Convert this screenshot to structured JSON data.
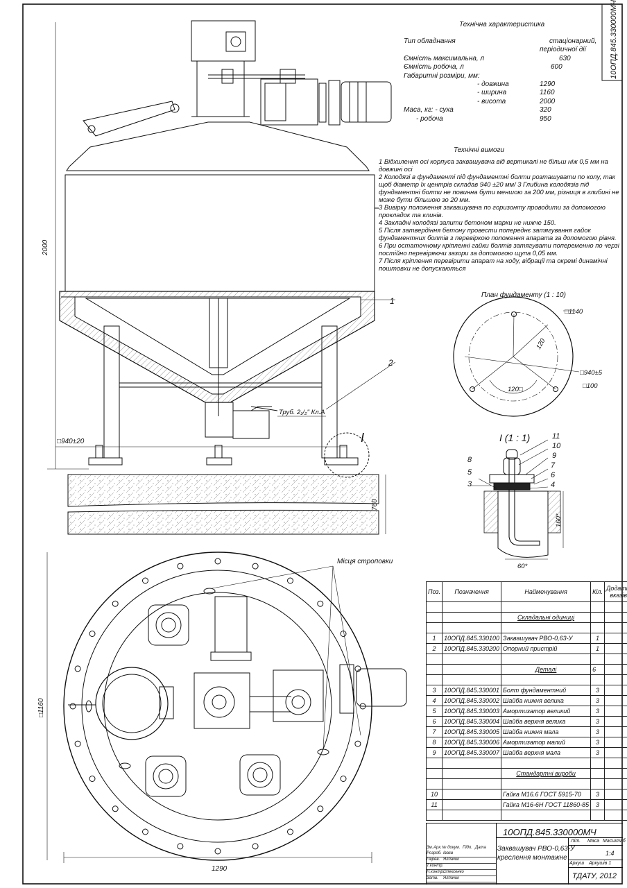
{
  "doc_code_vertical": "10ОПД.845.330000МЧ",
  "tech_char": {
    "title": "Технічна характеристика",
    "rows": [
      {
        "label": "Тип обладнання",
        "value": "стаціонарний,"
      },
      {
        "label": "",
        "value": "періодичної дії"
      },
      {
        "label": "Ємність максимальна, л",
        "value": "630"
      },
      {
        "label": "Ємність робоча, л",
        "value": "600"
      },
      {
        "label": "Габаритні розміри, мм:",
        "value": ""
      },
      {
        "label": "- довжина",
        "value": "1290"
      },
      {
        "label": "- ширина",
        "value": "1160"
      },
      {
        "label": "- висота",
        "value": "2000"
      },
      {
        "label": "Маса, кг: - суха",
        "value": "320"
      },
      {
        "label": "- робоча",
        "value": "950"
      }
    ]
  },
  "tech_req": {
    "title": "Технічні вимоги",
    "items": [
      "1  Відхилення осі корпуса заквашувача від вертикалі не більш ніж 0,5 мм на довжині осі",
      "2 Колодязі в фундаменті під фундаментні болти розташувати по колу, так щоб діаметр їх центрів складав 940 ±20 мм/ 3 Глибина колодязів під фундаментні болти не повинна бути меншою за  200 мм, різниця в глибині не може бути більшою зо 20 мм.",
      "3 Вивірку положення заквашувача по горизонту проводити за допомогою прокладок та клинів.",
      "4 Закладні колодязі залити бетоном марки не нижче 150.",
      "5 Після затвердіння бетону провести попереднє затягування гайок фундаментних  болтів з перевіркою положення апарата за допомогою рівня.",
      "6 При остаточному кріпленні гайки болтів затягувати попеременно по черзі постійно перевіряючи зазори за допомогою щупа 0,05 мм.",
      "7 Після кріплення перевірити апарат на ходу, вібрації та окремі динамічні поштовхи не допускаються"
    ]
  },
  "foundation_plan": {
    "title": "План фундаменту (1 : 10)",
    "dim_outer": "□1140",
    "dim_circle": "□940±5",
    "dim_hole": "□100",
    "angle_a": "120",
    "angle_b": "120□"
  },
  "detail": {
    "title": "I (1 : 1)",
    "dim_depth": "160*",
    "dim_width": "60*",
    "labels": [
      "11",
      "10",
      "9",
      "7",
      "6",
      "4",
      "8",
      "5",
      "3"
    ]
  },
  "front_view": {
    "dim_height": "2000",
    "dim_bolt_circle": "□940±20",
    "dim_foundation": "760",
    "pipe_label": "Труб. 2₁/₂\" Кл.А",
    "pos_1": "1",
    "pos_2": "2",
    "detail_mark": "I"
  },
  "top_view": {
    "sling_label": "Місця строповки",
    "dim_width": "□1160",
    "dim_length": "1290"
  },
  "spec": {
    "headers": [
      "Поз.",
      "Позначення",
      "Найменування",
      "Кіл.",
      "Додаткові вказівки"
    ],
    "sections": [
      {
        "title": "Складальні одиниці",
        "qty": "",
        "rows": [
          [
            "1",
            "10ОПД.845.330100",
            "Заквашувач РВО-0,63-У",
            "1"
          ],
          [
            "2",
            "10ОПД.845.330200",
            "Опорний пристрій",
            "1"
          ]
        ]
      },
      {
        "title": "Деталі",
        "qty": "6",
        "rows": [
          [
            "3",
            "10ОПД.845.330001",
            "Болт фундаментний",
            "3"
          ],
          [
            "4",
            "10ОПД.845.330002",
            "Шайба нижня велика",
            "3"
          ],
          [
            "5",
            "10ОПД.845.330003",
            "Амортизатор великий",
            "3"
          ],
          [
            "6",
            "10ОПД.845.330004",
            "Шайба верхня велика",
            "3"
          ],
          [
            "7",
            "10ОПД.845.330005",
            "Шайба нижня мала",
            "3"
          ],
          [
            "8",
            "10ОПД.845.330006",
            "Амортизатор малий",
            "3"
          ],
          [
            "9",
            "10ОПД.845.330007",
            "Шайба верхня мала",
            "3"
          ]
        ]
      },
      {
        "title": "Стандартні вироби",
        "qty": "",
        "rows": [
          [
            "10",
            "",
            "Гайка М16.6 ГОСТ 5915-70",
            "3"
          ],
          [
            "11",
            "",
            "Гайка М16-6Н ГОСТ 11860-85",
            "3"
          ]
        ]
      }
    ]
  },
  "title_block": {
    "code": "10ОПД.845.330000МЧ",
    "name_line1": "Заквашувач РВО-0,63-У",
    "name_line2": "креслення монтажне",
    "lit": "Літ.",
    "mass": "Маса",
    "scale_h": "Масштаб",
    "scale": "1:4",
    "sheet": "Аркуш",
    "sheets": "Аркушів  1",
    "org": "ТДАТУ, 2012",
    "cols": [
      "Зм.",
      "Арк.",
      "№ докум.",
      "Підп.",
      "Дата"
    ],
    "people": [
      {
        "role": "Розроб.",
        "name": "Іваєв"
      },
      {
        "role": "Перев.",
        "name": "Ялпачик"
      },
      {
        "role": "Т.контр.",
        "name": ""
      },
      {
        "role": "Н.контр.",
        "name": "Олексенко"
      },
      {
        "role": "Затв.",
        "name": "Ялпачик"
      }
    ]
  }
}
